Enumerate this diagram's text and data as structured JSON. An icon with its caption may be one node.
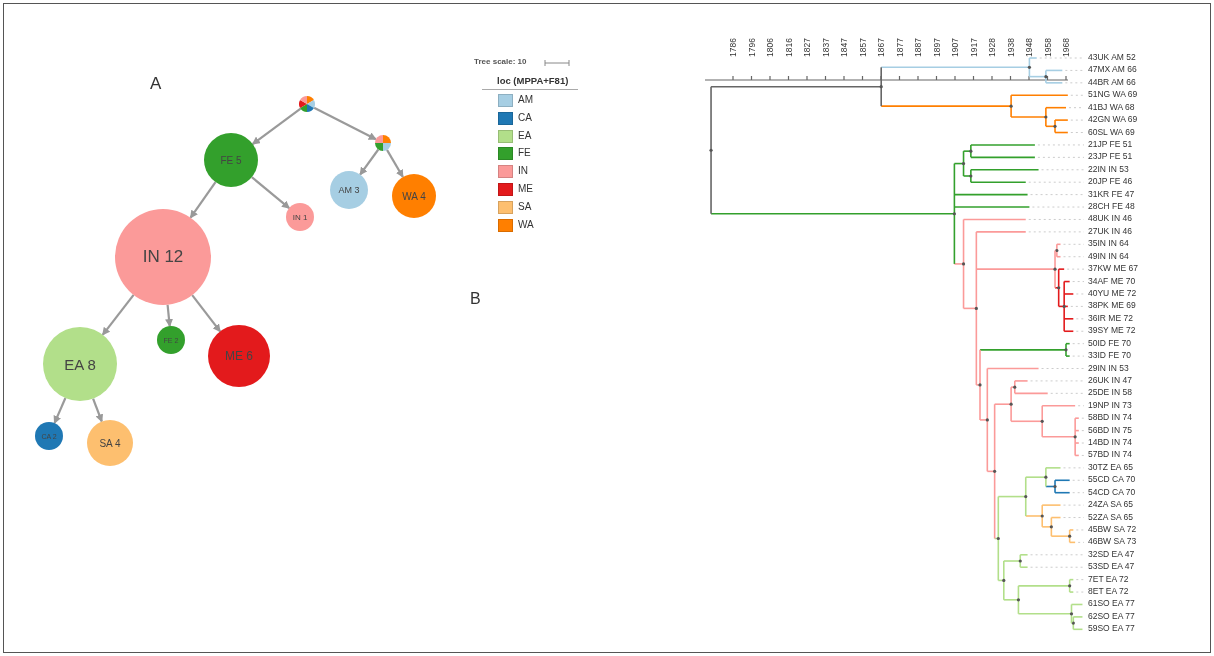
{
  "diagram": {
    "nodes": [
      {
        "text": [],
        "shape": "circle"
      },
      {
        "text": [
          "FE 5"
        ]
      },
      {
        "text": [],
        "shape": "circle"
      },
      {
        "text": [
          "AM 3"
        ]
      },
      {
        "text": [
          "WA 4"
        ]
      },
      {
        "text": [
          "IN 1"
        ]
      },
      {
        "text": [
          "IN 12"
        ]
      },
      {
        "text": [
          "FE 2"
        ]
      },
      {
        "text": [
          "ME 6"
        ]
      },
      {
        "text": [
          "EA 8"
        ]
      },
      {
        "text": [
          "CA 2"
        ]
      },
      {
        "text": [
          "SA 4"
        ]
      }
    ],
    "edges": [
      {
        "from": 0,
        "to": 1,
        "arrow": "to"
      },
      {
        "from": 0,
        "to": 2,
        "arrow": "to"
      },
      {
        "from": 2,
        "to": 3,
        "arrow": "to"
      },
      {
        "from": 2,
        "to": 4,
        "arrow": "to"
      },
      {
        "from": 1,
        "to": 6,
        "arrow": "to"
      },
      {
        "from": 1,
        "to": 5,
        "arrow": "to"
      },
      {
        "from": 6,
        "to": 9,
        "arrow": "to"
      },
      {
        "from": 6,
        "to": 7,
        "arrow": "to"
      },
      {
        "from": 6,
        "to": 8,
        "arrow": "to"
      },
      {
        "from": 9,
        "to": 10,
        "arrow": "to"
      },
      {
        "from": 9,
        "to": 11,
        "arrow": "to"
      }
    ],
    "labels": [
      "A",
      "Tree scale: 10",
      "loc (MPPA+F81)",
      "B",
      "1786",
      "1796",
      "1806",
      "1816",
      "1827",
      "1837",
      "1847",
      "1857",
      "1867",
      "1877",
      "1887",
      "1897",
      "1907",
      "1917",
      "1928",
      "1938",
      "1948",
      "1958",
      "1968",
      "43UK AM 52",
      "47MX AM 66",
      "44BR AM 66",
      "51NG WA 69",
      "41BJ WA 68",
      "42GN WA 69",
      "60SL WA 69",
      "21JP FE 51",
      "23JP FE 51",
      "22IN IN 53",
      "20JP FE 46",
      "31KR FE 47",
      "28CH FE 48",
      "48UK IN 46",
      "27UK IN 46",
      "35IN IN 64",
      "49IN IN 64",
      "37KW ME 67",
      "34AF ME 70",
      "40YU ME 72",
      "38PK ME 69",
      "36IR ME 72",
      "39SY ME 72",
      "50ID FE 70",
      "33ID FE 70",
      "29IN IN 53",
      "26UK IN 47",
      "25DE IN 58",
      "19NP IN 73",
      "58BD IN 74",
      "56BD IN 75",
      "14BD IN 74",
      "57BD IN 74",
      "30TZ EA 65",
      "55CD CA 70",
      "54CD CA 70",
      "24ZA SA 65",
      "52ZA SA 65",
      "45BW SA 72",
      "46BW SA 73",
      "32SD EA 47",
      "53SD EA 47",
      "7ET EA 72",
      "8ET EA 72",
      "61SO EA 77",
      "62SO EA 77",
      "59SO EA 77"
    ],
    "legend": [
      {
        "text": "AM",
        "color": "#a6cee3"
      },
      {
        "text": "CA",
        "color": "#1f78b4"
      },
      {
        "text": "EA",
        "color": "#b2df8a"
      },
      {
        "text": "FE",
        "color": "#33a02c"
      },
      {
        "text": "IN",
        "color": "#fb9a99"
      },
      {
        "text": "ME",
        "color": "#e31a1c"
      },
      {
        "text": "SA",
        "color": "#fdbf6f"
      },
      {
        "text": "WA",
        "color": "#ff7f00"
      }
    ]
  }
}
